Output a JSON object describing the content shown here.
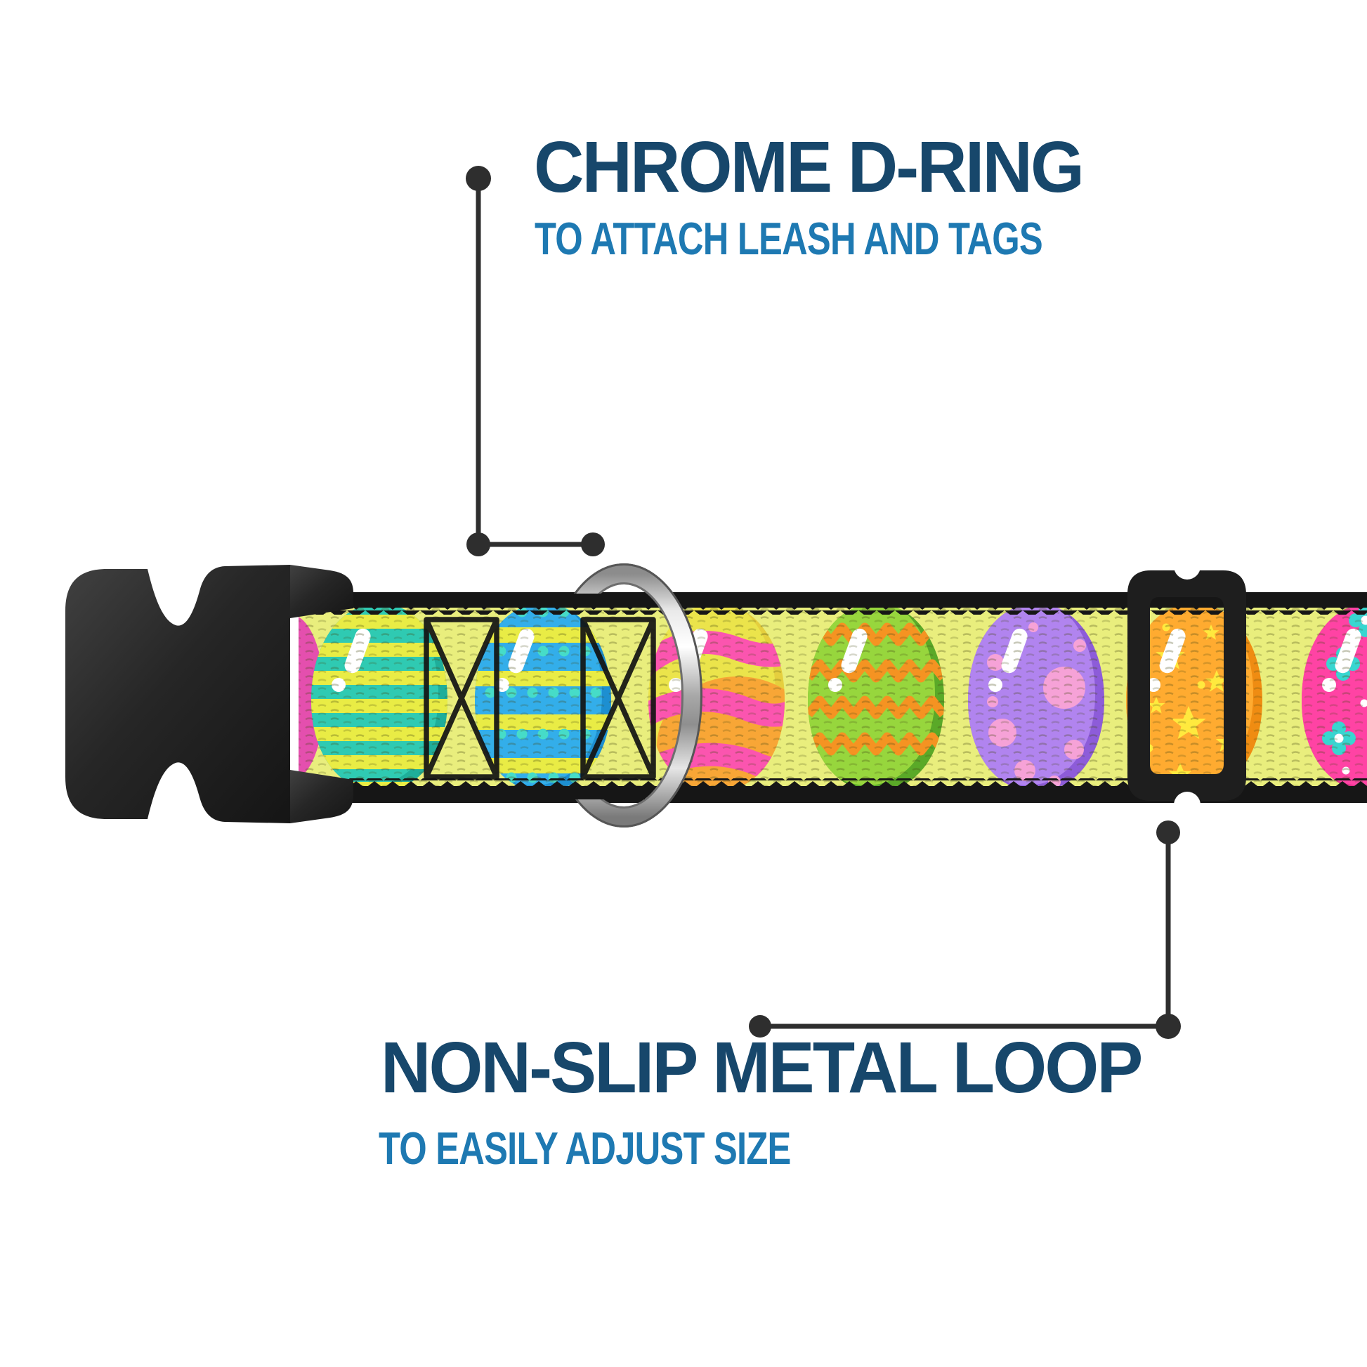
{
  "callouts": [
    {
      "title": "CHROME D-RING",
      "subtitle": "TO ATTACH LEASH AND TAGS",
      "target": "chrome-d-ring"
    },
    {
      "title": "NON-SLIP METAL LOOP",
      "subtitle": "TO EASILY ADJUST SIZE",
      "target": "metal-loop-slider"
    }
  ],
  "colors": {
    "background": "#ffffff",
    "title_text": "#17476b",
    "subtitle_text": "#1e79b2",
    "callout_line": "#2e2e2e",
    "webbing_yellow": "#e9ee7d",
    "webbing_edge_black": "#161616",
    "buckle_black": "#262626",
    "slider_black": "#1e1e1e",
    "dring_chrome": "#d9d9d9"
  },
  "collar": {
    "parts": [
      {
        "name": "side-release-buckle",
        "material": "black plastic"
      },
      {
        "name": "chrome-d-ring",
        "material": "silver metal"
      },
      {
        "name": "metal-loop-slider",
        "material": "black metal"
      },
      {
        "name": "webbing",
        "pattern": "easter eggs on yellow band"
      }
    ],
    "eggs": [
      {
        "name": "teal-egg-yellow-stripes",
        "base": "#2fcab2",
        "accent": "#e9ec45"
      },
      {
        "name": "blue-egg-teal-dots-yellow-stripes",
        "base": "#33aeea",
        "accent": "#46dcc8"
      },
      {
        "name": "yellow-egg-pink-ribbons",
        "base": "#ebe44b",
        "accent": "#fb55af"
      },
      {
        "name": "green-egg-orange-zigzag",
        "base": "#97d63d",
        "accent": "#f59322"
      },
      {
        "name": "purple-egg-pink-dots",
        "base": "#b184ef",
        "accent": "#f6a2d7"
      },
      {
        "name": "orange-egg-yellow-stars",
        "base": "#ffab30",
        "accent": "#ffe93e"
      },
      {
        "name": "pink-egg-teal-flowers",
        "base": "#ff43a4",
        "accent": "#38d6d0"
      }
    ]
  }
}
